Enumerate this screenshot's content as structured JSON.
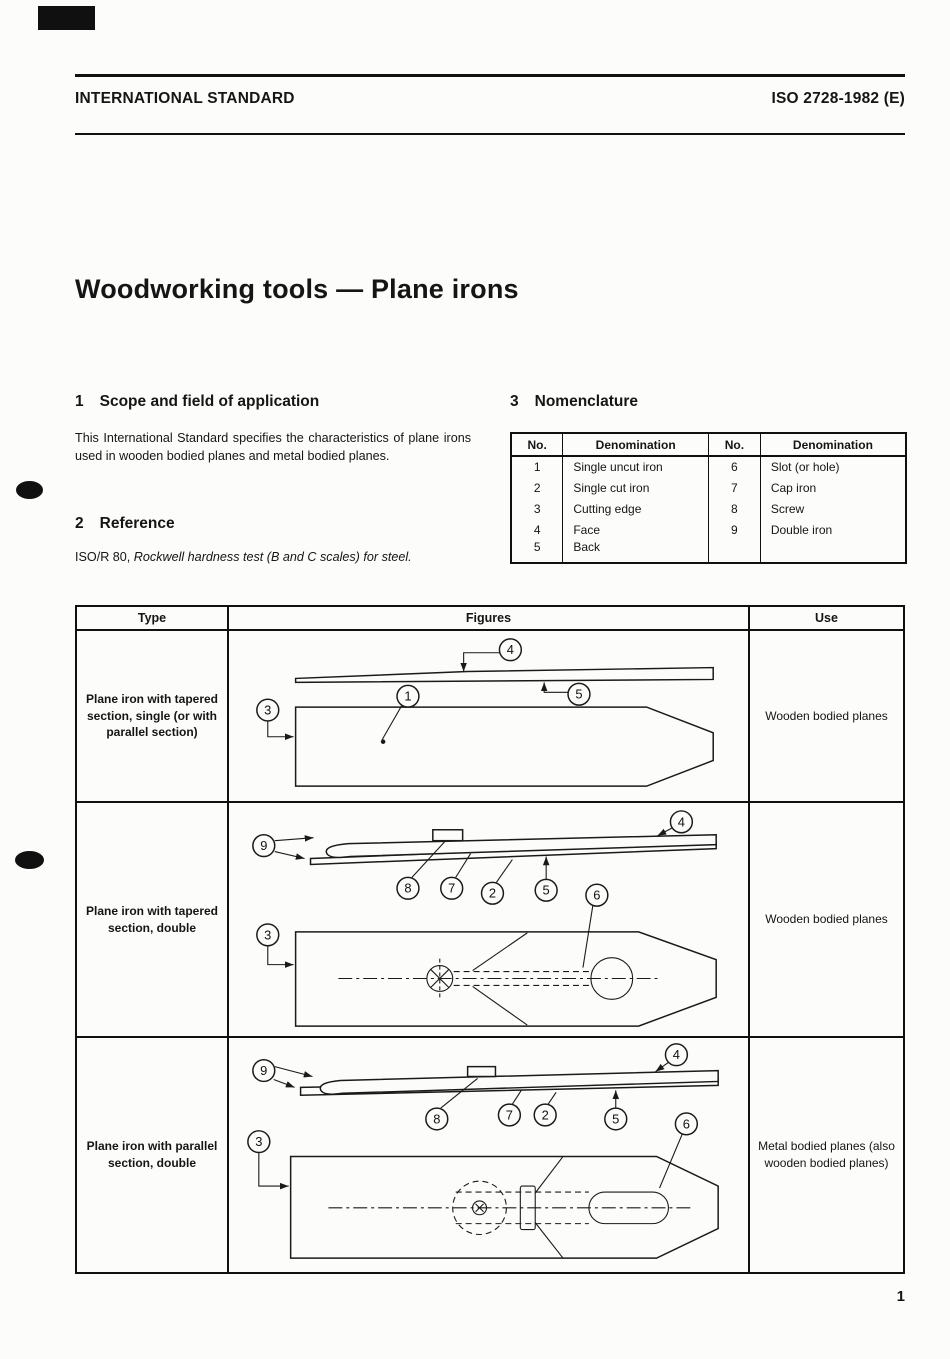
{
  "page": {
    "header_left": "INTERNATIONAL STANDARD",
    "header_right": "ISO 2728-1982 (E)",
    "title": "Woodworking tools — Plane irons",
    "page_number": "1"
  },
  "sections": {
    "scope": {
      "number": "1",
      "title": "Scope and field of application",
      "body": "This International Standard specifies the characteristics of plane irons used in wooden bodied planes and metal bodied planes."
    },
    "reference": {
      "number": "2",
      "title": "Reference",
      "citation_prefix": "ISO/R 80, ",
      "citation_italic": "Rockwell hardness test (B and C scales) for steel."
    },
    "nomenclature": {
      "number": "3",
      "title": "Nomenclature"
    }
  },
  "nomenclature_table": {
    "headers": [
      "No.",
      "Denomination",
      "No.",
      "Denomination"
    ],
    "rows": [
      [
        "1",
        "Single uncut iron",
        "6",
        "Slot (or hole)"
      ],
      [
        "2",
        "Single cut iron",
        "7",
        "Cap iron"
      ],
      [
        "3",
        "Cutting edge",
        "8",
        "Screw"
      ],
      [
        "4",
        "Face",
        "9",
        "Double iron"
      ],
      [
        "5",
        "Back",
        "",
        ""
      ]
    ]
  },
  "figures_table": {
    "headers": {
      "type": "Type",
      "figures": "Figures",
      "use": "Use"
    },
    "rows": [
      {
        "type": "Plane iron with tapered section, single (or with parallel section)",
        "use": "Wooden bodied planes",
        "callouts": {
          "c1": "1",
          "c3": "3",
          "c4": "4",
          "c5": "5"
        }
      },
      {
        "type": "Plane iron with tapered section, double",
        "use": "Wooden bodied planes",
        "callouts": {
          "c2": "2",
          "c3": "3",
          "c4": "4",
          "c5": "5",
          "c6": "6",
          "c7": "7",
          "c8": "8",
          "c9": "9"
        }
      },
      {
        "type": "Plane iron with parallel section, double",
        "use": "Metal bodied planes (also wooden bodied planes)",
        "callouts": {
          "c2": "2",
          "c3": "3",
          "c4": "4",
          "c5": "5",
          "c6": "6",
          "c7": "7",
          "c8": "8",
          "c9": "9"
        }
      }
    ]
  }
}
